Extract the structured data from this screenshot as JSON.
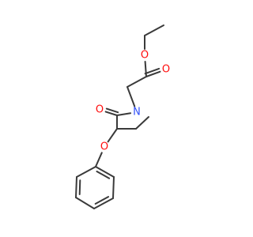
{
  "molecule": {
    "atoms": [
      {
        "id": "c_ethyl_ch3",
        "element": "C"
      },
      {
        "id": "c_ethyl_ch2",
        "element": "C"
      },
      {
        "id": "o_ester",
        "element": "O",
        "label": "O"
      },
      {
        "id": "c_ester",
        "element": "C"
      },
      {
        "id": "o_ester_carbonyl",
        "element": "O",
        "label": "O"
      },
      {
        "id": "c_gly_ch2",
        "element": "C"
      },
      {
        "id": "n_amide",
        "element": "N",
        "label": "N"
      },
      {
        "id": "c_amide",
        "element": "C"
      },
      {
        "id": "o_amide_carbonyl",
        "element": "O",
        "label": "O"
      },
      {
        "id": "c_alpha",
        "element": "C"
      },
      {
        "id": "c_side_ch2",
        "element": "C"
      },
      {
        "id": "c_side_ch3",
        "element": "C"
      },
      {
        "id": "o_ether",
        "element": "O",
        "label": "O"
      },
      {
        "id": "c_ar1",
        "element": "C"
      },
      {
        "id": "c_ar2",
        "element": "C"
      },
      {
        "id": "c_ar3",
        "element": "C"
      },
      {
        "id": "c_ar4",
        "element": "C"
      },
      {
        "id": "c_ar5",
        "element": "C"
      },
      {
        "id": "c_ar6",
        "element": "C"
      }
    ],
    "bonds": [
      {
        "from": "c_ethyl_ch3",
        "to": "c_ethyl_ch2",
        "order": 1
      },
      {
        "from": "c_ethyl_ch2",
        "to": "o_ester",
        "order": 1
      },
      {
        "from": "o_ester",
        "to": "c_ester",
        "order": 1
      },
      {
        "from": "c_ester",
        "to": "o_ester_carbonyl",
        "order": 2
      },
      {
        "from": "c_ester",
        "to": "c_gly_ch2",
        "order": 1
      },
      {
        "from": "c_gly_ch2",
        "to": "n_amide",
        "order": 1
      },
      {
        "from": "n_amide",
        "to": "c_amide",
        "order": 1
      },
      {
        "from": "c_amide",
        "to": "o_amide_carbonyl",
        "order": 2
      },
      {
        "from": "c_amide",
        "to": "c_alpha",
        "order": 1
      },
      {
        "from": "c_alpha",
        "to": "c_side_ch2",
        "order": 1
      },
      {
        "from": "c_side_ch2",
        "to": "c_side_ch3",
        "order": 1
      },
      {
        "from": "c_alpha",
        "to": "o_ether",
        "order": 1
      },
      {
        "from": "o_ether",
        "to": "c_ar1",
        "order": 1
      },
      {
        "from": "c_ar1",
        "to": "c_ar2",
        "order": 1
      },
      {
        "from": "c_ar2",
        "to": "c_ar3",
        "order": 2
      },
      {
        "from": "c_ar3",
        "to": "c_ar4",
        "order": 1
      },
      {
        "from": "c_ar4",
        "to": "c_ar5",
        "order": 2
      },
      {
        "from": "c_ar5",
        "to": "c_ar6",
        "order": 1
      },
      {
        "from": "c_ar6",
        "to": "c_ar1",
        "order": 2
      }
    ]
  },
  "colors": {
    "bond": "#3a3a3a",
    "oxygen": "#ff0d0d",
    "nitrogen": "#3050f8",
    "background": "#ffffff"
  }
}
